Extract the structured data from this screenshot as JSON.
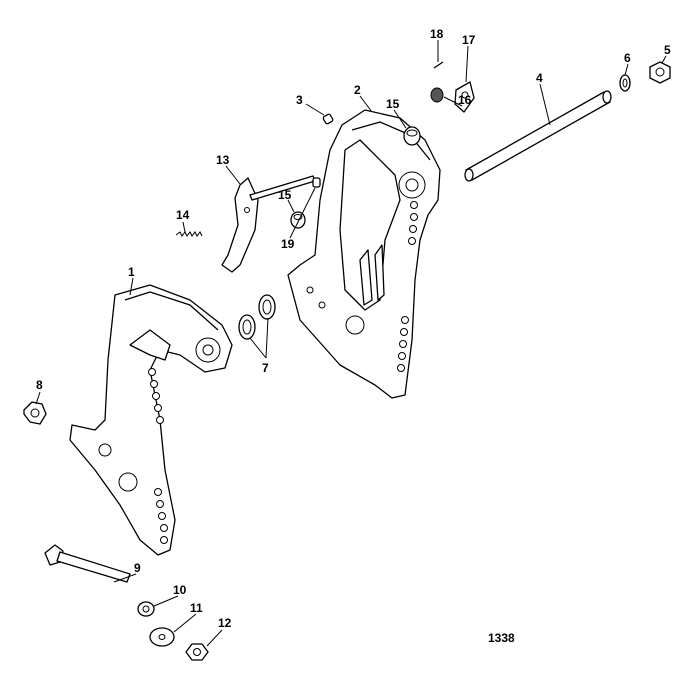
{
  "diagram": {
    "figure_number": "1338",
    "callouts": [
      {
        "label": "1"
      },
      {
        "label": "2"
      },
      {
        "label": "3"
      },
      {
        "label": "4"
      },
      {
        "label": "5"
      },
      {
        "label": "6"
      },
      {
        "label": "7"
      },
      {
        "label": "8"
      },
      {
        "label": "9"
      },
      {
        "label": "10"
      },
      {
        "label": "11"
      },
      {
        "label": "12"
      },
      {
        "label": "13"
      },
      {
        "label": "14"
      },
      {
        "label": "15"
      },
      {
        "label": "15"
      },
      {
        "label": "16"
      },
      {
        "label": "17"
      },
      {
        "label": "18"
      },
      {
        "label": "19"
      }
    ]
  }
}
